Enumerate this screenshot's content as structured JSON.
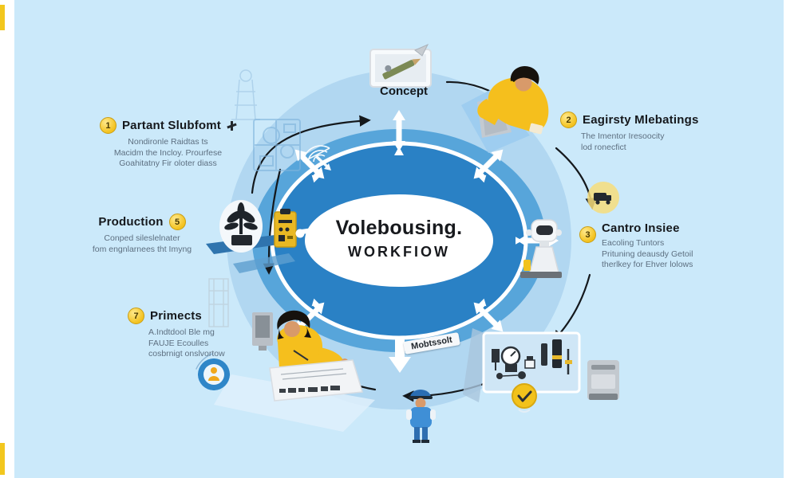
{
  "canvas": {
    "background": "#cbe9fa",
    "ring_outer_color": "#b1d7f1",
    "ring_middle_color": "#57a5da",
    "ring_inner_color": "#2a81c5",
    "badge_yellow": "#f3c21f",
    "arrow_black": "#14181c"
  },
  "center": {
    "title": "Volebousing.",
    "subtitle": "WORKFIOW"
  },
  "top_label": "Concept",
  "ribbon_tag": "Mobtssolt",
  "items": [
    {
      "num": "1",
      "heading": "Partant Slubfomt",
      "lines": [
        "Nondironle Raidtas ts",
        "Macidm the Incloy. Prourfese",
        "Goahitatny Fir oloter diass"
      ]
    },
    {
      "num": "2",
      "heading": "Eagirsty Mlebatings",
      "lines": [
        "The Imentor Iresoocity",
        "lod ronecfict"
      ]
    },
    {
      "num": "3",
      "heading": "Cantro Insiee",
      "lines": [
        "Eacoling Tuntors",
        "Prituning deausdy Getoil",
        "therlkey for Ehver lolows"
      ]
    },
    {
      "num": "5",
      "heading": "Production",
      "lines": [
        "Conped sileslelnater",
        "fom engnlarnees tht Imyng"
      ]
    },
    {
      "num": "7",
      "heading": "Primects",
      "lines": [
        "A.Indtdool Ble mg",
        "FAUJE Ecoulles",
        "cosbrnigt onslvortow"
      ]
    }
  ],
  "icons": {
    "step1": "worker-tools-icon",
    "truck": "delivery-truck-icon",
    "check": "checkmark-badge-icon",
    "dome": "wireframe-dome-icon",
    "plane": "paper-plane-icon",
    "user": "user-badge-icon"
  }
}
